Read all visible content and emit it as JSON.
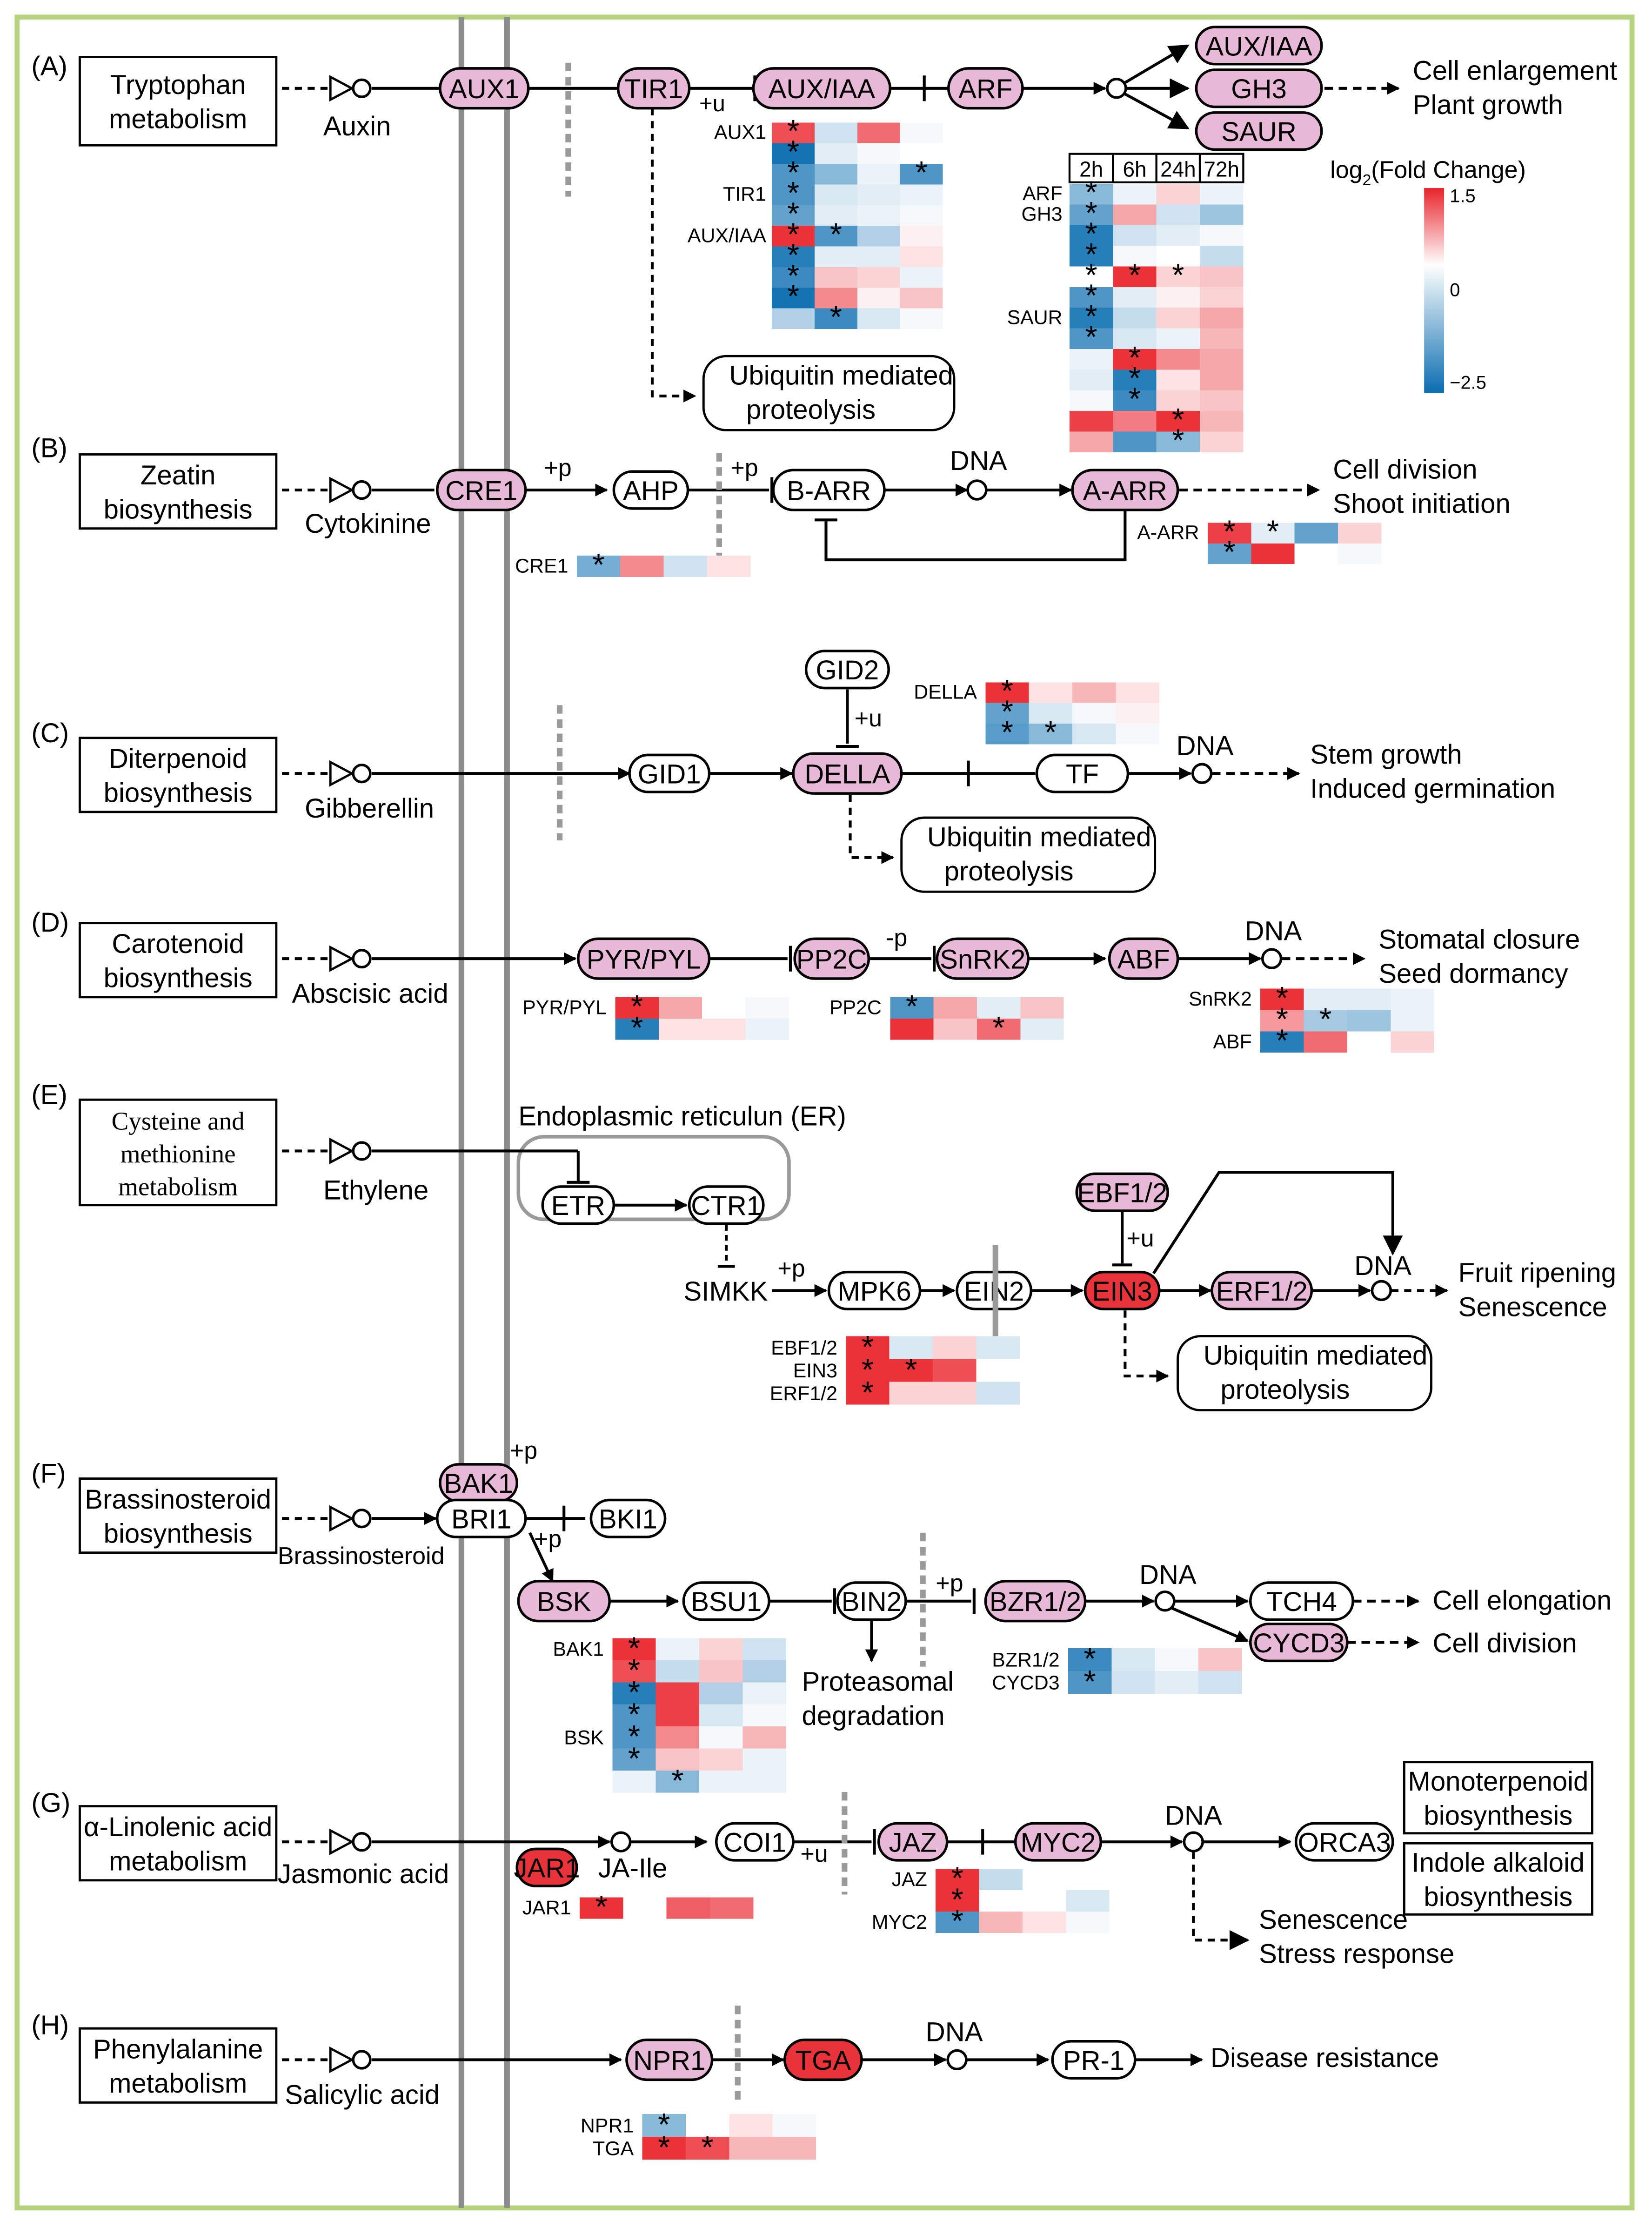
{
  "legend": {
    "title": "log2(Fold Change)",
    "title_main": "log",
    "title_sub": "2",
    "title_rest": "(Fold Change)",
    "ticks": [
      "1.5",
      "0",
      "−2.5"
    ],
    "high_color": "#e8232b",
    "mid_color": "#ffffff",
    "low_color": "#0a6db0"
  },
  "time_header": [
    "2h",
    "6h",
    "24h",
    "72h"
  ],
  "node_fill": "#e8b9d6",
  "highlight_fill": "#e8333a",
  "panels": [
    {
      "letter": "(A)",
      "source": [
        "Tryptophan",
        "metabolism"
      ],
      "hormone": "Auxin",
      "chain": [
        "AUX1",
        "TIR1",
        "AUX/IAA",
        "ARF"
      ],
      "chain_mods": [
        "+u"
      ],
      "outputs": [
        "AUX/IAA",
        "GH3",
        "SAUR"
      ],
      "effects": [
        "Cell enlargement",
        "Plant growth"
      ],
      "ubiquitin": [
        "Ubiquitin mediated",
        "proteolysis"
      ]
    },
    {
      "letter": "(B)",
      "source": [
        "Zeatin",
        "biosynthesis"
      ],
      "hormone": "Cytokinine",
      "chain": [
        "CRE1",
        "AHP",
        "B-ARR",
        "A-ARR"
      ],
      "chain_mods": [
        "+p",
        "+p"
      ],
      "dna": "DNA",
      "effects": [
        "Cell division",
        "Shoot initiation"
      ]
    },
    {
      "letter": "(C)",
      "source": [
        "Diterpenoid",
        "biosynthesis"
      ],
      "hormone": "Gibberellin",
      "chain": [
        "GID1",
        "DELLA",
        "TF"
      ],
      "regulator": "GID2",
      "chain_mods": [
        "+u"
      ],
      "dna": "DNA",
      "effects": [
        "Stem growth",
        "Induced germination"
      ],
      "ubiquitin": [
        "Ubiquitin mediated",
        "proteolysis"
      ]
    },
    {
      "letter": "(D)",
      "source": [
        "Carotenoid",
        "biosynthesis"
      ],
      "hormone": "Abscisic acid",
      "chain": [
        "PYR/PYL",
        "PP2C",
        "SnRK2",
        "ABF"
      ],
      "chain_mods": [
        "-p"
      ],
      "dna": "DNA",
      "effects": [
        "Stomatal closure",
        "Seed dormancy"
      ]
    },
    {
      "letter": "(E)",
      "source": [
        "Cysteine and",
        "methionine",
        "metabolism"
      ],
      "hormone": "Ethylene",
      "er_label": "Endoplasmic reticulun (ER)",
      "chain": [
        "ETR",
        "CTR1",
        "SIMKK",
        "MPK6",
        "EIN2",
        "EIN3",
        "ERF1/2"
      ],
      "regulator": "EBF1/2",
      "chain_mods": [
        "+p",
        "+u"
      ],
      "dna": "DNA",
      "effects": [
        "Fruit ripening",
        "Senescence"
      ],
      "ubiquitin": [
        "Ubiquitin mediated",
        "proteolysis"
      ]
    },
    {
      "letter": "(F)",
      "source": [
        "Brassinosteroid",
        "biosynthesis"
      ],
      "hormone": "Brassinosteroid",
      "chain": [
        "BAK1",
        "BRI1",
        "BKI1",
        "BSK",
        "BSU1",
        "BIN2",
        "BZR1/2",
        "TCH4",
        "CYCD3"
      ],
      "chain_mods": [
        "+p",
        "+p",
        "+p"
      ],
      "dna": "DNA",
      "degradation": [
        "Proteasomal",
        "degradation"
      ],
      "effects": [
        "Cell elongation",
        "Cell division"
      ]
    },
    {
      "letter": "(G)",
      "source": [
        "α-Linolenic acid",
        "metabolism"
      ],
      "hormone": "Jasmonic acid",
      "chain": [
        "JAR1",
        "JA-Ile",
        "COI1",
        "JAZ",
        "MYC2",
        "ORCA3"
      ],
      "chain_mods": [
        "+u"
      ],
      "dna": "DNA",
      "boxes": [
        [
          "Monoterpenoid",
          "biosynthesis"
        ],
        [
          "Indole alkaloid",
          "biosynthesis"
        ]
      ],
      "effects": [
        "Senescence",
        "Stress response"
      ]
    },
    {
      "letter": "(H)",
      "source": [
        "Phenylalanine",
        "metabolism"
      ],
      "hormone": "Salicylic acid",
      "chain": [
        "NPR1",
        "TGA",
        "PR-1"
      ],
      "dna": "DNA",
      "effects": [
        "Disease resistance"
      ]
    }
  ],
  "heatmaps": [
    {
      "id": "aux",
      "rows": [
        {
          "label": "AUX1",
          "values": [
            1.2,
            -0.5,
            1.0,
            -0.1
          ],
          "stars": [
            1,
            0,
            0,
            0
          ]
        },
        {
          "label": "",
          "values": [
            -2.4,
            -0.3,
            -0.1,
            0.0
          ],
          "stars": [
            1,
            0,
            0,
            0
          ]
        },
        {
          "label": "",
          "values": [
            -1.8,
            -1.2,
            -0.2,
            -1.8
          ],
          "stars": [
            1,
            0,
            0,
            1
          ]
        },
        {
          "label": "TIR1",
          "values": [
            -1.8,
            -0.4,
            -0.3,
            -0.2
          ],
          "stars": [
            1,
            0,
            0,
            0
          ]
        },
        {
          "label": "",
          "values": [
            -1.6,
            -0.3,
            -0.2,
            -0.1
          ],
          "stars": [
            1,
            0,
            0,
            0
          ]
        },
        {
          "label": "AUX/IAA",
          "values": [
            1.4,
            -1.8,
            -0.8,
            0.1
          ],
          "stars": [
            1,
            1,
            0,
            0
          ]
        },
        {
          "label": "",
          "values": [
            -2.2,
            -0.3,
            -0.3,
            0.2
          ],
          "stars": [
            1,
            0,
            0,
            0
          ]
        },
        {
          "label": "",
          "values": [
            -2.0,
            0.4,
            0.3,
            -0.2
          ],
          "stars": [
            1,
            0,
            0,
            0
          ]
        },
        {
          "label": "",
          "values": [
            -2.4,
            0.8,
            0.1,
            0.4
          ],
          "stars": [
            1,
            0,
            0,
            0
          ]
        },
        {
          "label": "",
          "values": [
            -0.8,
            -2.0,
            -0.4,
            -0.1
          ],
          "stars": [
            0,
            1,
            0,
            0
          ]
        }
      ]
    },
    {
      "id": "auxresp",
      "rows": [
        {
          "label": "ARF",
          "values": [
            -1.2,
            -0.2,
            0.3,
            -0.2
          ],
          "stars": [
            1,
            0,
            0,
            0
          ]
        },
        {
          "label": "GH3",
          "values": [
            -1.6,
            0.6,
            -0.5,
            -1.0
          ],
          "stars": [
            1,
            0,
            0,
            0
          ]
        },
        {
          "label": "",
          "values": [
            -2.2,
            -0.5,
            -0.3,
            -0.1
          ],
          "stars": [
            1,
            0,
            0,
            0
          ]
        },
        {
          "label": "",
          "values": [
            -2.2,
            -0.1,
            0.0,
            -0.6
          ],
          "stars": [
            1,
            0,
            0,
            0
          ]
        },
        {
          "label": "",
          "values": [
            0.0,
            1.4,
            0.3,
            0.4
          ],
          "stars": [
            1,
            1,
            1,
            0
          ]
        },
        {
          "label": "",
          "values": [
            -1.8,
            -0.3,
            0.1,
            0.3
          ],
          "stars": [
            1,
            0,
            0,
            0
          ]
        },
        {
          "label": "SAUR",
          "values": [
            -2.2,
            -0.6,
            0.3,
            0.6
          ],
          "stars": [
            1,
            0,
            0,
            0
          ]
        },
        {
          "label": "",
          "values": [
            -1.8,
            -0.4,
            -0.2,
            0.5
          ],
          "stars": [
            1,
            0,
            0,
            0
          ]
        },
        {
          "label": "",
          "values": [
            -0.2,
            1.4,
            0.8,
            0.6
          ],
          "stars": [
            0,
            1,
            0,
            0
          ]
        },
        {
          "label": "",
          "values": [
            -0.3,
            -2.2,
            0.2,
            0.6
          ],
          "stars": [
            0,
            1,
            0,
            0
          ]
        },
        {
          "label": "",
          "values": [
            -0.1,
            -2.0,
            0.3,
            0.4
          ],
          "stars": [
            0,
            1,
            0,
            0
          ]
        },
        {
          "label": "",
          "values": [
            1.3,
            0.9,
            1.4,
            0.5
          ],
          "stars": [
            0,
            0,
            1,
            0
          ]
        },
        {
          "label": "",
          "values": [
            0.6,
            -1.8,
            -1.2,
            0.3
          ],
          "stars": [
            0,
            0,
            1,
            0
          ]
        }
      ]
    },
    {
      "id": "cre1",
      "rows": [
        {
          "label": "CRE1",
          "values": [
            -1.4,
            0.8,
            -0.5,
            0.2
          ],
          "stars": [
            1,
            0,
            0,
            0
          ]
        }
      ]
    },
    {
      "id": "aarr",
      "rows": [
        {
          "label": "A-ARR",
          "values": [
            1.3,
            -0.3,
            -1.6,
            0.3
          ],
          "stars": [
            1,
            1,
            0,
            0
          ]
        },
        {
          "label": "",
          "values": [
            -1.6,
            1.4,
            0.0,
            -0.1
          ],
          "stars": [
            1,
            0,
            0,
            0
          ]
        }
      ]
    },
    {
      "id": "della",
      "rows": [
        {
          "label": "DELLA",
          "values": [
            1.4,
            0.2,
            0.5,
            0.2
          ],
          "stars": [
            1,
            0,
            0,
            0
          ]
        },
        {
          "label": "",
          "values": [
            -1.6,
            -0.4,
            -0.1,
            0.1
          ],
          "stars": [
            1,
            0,
            0,
            0
          ]
        },
        {
          "label": "",
          "values": [
            -1.7,
            -1.2,
            -0.4,
            -0.1
          ],
          "stars": [
            1,
            1,
            0,
            0
          ]
        }
      ]
    },
    {
      "id": "pyr",
      "rows": [
        {
          "label": "PYR/PYL",
          "values": [
            1.4,
            0.6,
            0.0,
            -0.1
          ],
          "stars": [
            1,
            0,
            0,
            0
          ]
        },
        {
          "label": "",
          "values": [
            -2.2,
            0.2,
            0.2,
            -0.2
          ],
          "stars": [
            1,
            0,
            0,
            0
          ]
        }
      ]
    },
    {
      "id": "pp2c",
      "rows": [
        {
          "label": "PP2C",
          "values": [
            -1.8,
            0.6,
            -0.3,
            0.4
          ],
          "stars": [
            1,
            0,
            0,
            0
          ]
        },
        {
          "label": "",
          "values": [
            1.4,
            0.4,
            1.0,
            -0.3
          ],
          "stars": [
            0,
            0,
            1,
            0
          ]
        }
      ]
    },
    {
      "id": "snrk2",
      "rows": [
        {
          "label": "SnRK2",
          "values": [
            1.4,
            -0.3,
            -0.3,
            -0.2
          ],
          "stars": [
            1,
            0,
            0,
            0
          ]
        },
        {
          "label": "",
          "values": [
            0.7,
            -0.9,
            -1.0,
            -0.2
          ],
          "stars": [
            1,
            1,
            0,
            0
          ]
        },
        {
          "label": "ABF",
          "values": [
            -2.2,
            1.0,
            0.0,
            0.3
          ],
          "stars": [
            1,
            0,
            0,
            0
          ]
        }
      ]
    },
    {
      "id": "eth",
      "rows": [
        {
          "label": "EBF1/2",
          "values": [
            1.4,
            -0.4,
            0.3,
            -0.4
          ],
          "stars": [
            1,
            0,
            0,
            0
          ]
        },
        {
          "label": "EIN3",
          "values": [
            1.4,
            1.4,
            1.2,
            0.0
          ],
          "stars": [
            1,
            1,
            0,
            0
          ]
        },
        {
          "label": "ERF1/2",
          "values": [
            1.4,
            0.3,
            0.3,
            -0.5
          ],
          "stars": [
            1,
            0,
            0,
            0
          ]
        }
      ]
    },
    {
      "id": "bak1",
      "rows": [
        {
          "label": "BAK1",
          "values": [
            1.4,
            -0.2,
            0.3,
            -0.5
          ],
          "stars": [
            1,
            0,
            0,
            0
          ]
        },
        {
          "label": "",
          "values": [
            1.2,
            -0.6,
            0.4,
            -0.8
          ],
          "stars": [
            1,
            0,
            0,
            0
          ]
        },
        {
          "label": "",
          "values": [
            -2.2,
            1.3,
            -0.8,
            -0.2
          ],
          "stars": [
            1,
            0,
            0,
            0
          ]
        },
        {
          "label": "",
          "values": [
            -1.8,
            1.3,
            -0.4,
            -0.1
          ],
          "stars": [
            1,
            0,
            0,
            0
          ]
        }
      ]
    },
    {
      "id": "bsk",
      "rows": [
        {
          "label": "BSK",
          "values": [
            -1.8,
            0.8,
            -0.1,
            0.5
          ],
          "stars": [
            1,
            0,
            0,
            0
          ]
        },
        {
          "label": "",
          "values": [
            -1.6,
            0.4,
            0.3,
            -0.2
          ],
          "stars": [
            1,
            0,
            0,
            0
          ]
        },
        {
          "label": "",
          "values": [
            -0.2,
            -1.2,
            -0.2,
            -0.2
          ],
          "stars": [
            0,
            1,
            0,
            0
          ]
        }
      ]
    },
    {
      "id": "bzr",
      "rows": [
        {
          "label": "BZR1/2",
          "values": [
            -2.0,
            -0.4,
            -0.1,
            0.4
          ],
          "stars": [
            1,
            0,
            0,
            0
          ]
        },
        {
          "label": "CYCD3",
          "values": [
            -1.8,
            -0.5,
            -0.3,
            -0.5
          ],
          "stars": [
            1,
            0,
            0,
            0
          ]
        }
      ]
    },
    {
      "id": "jar1",
      "rows": [
        {
          "label": "JAR1",
          "values": [
            1.4,
            0.0,
            1.1,
            1.0
          ],
          "stars": [
            1,
            0,
            0,
            0
          ]
        }
      ]
    },
    {
      "id": "jaz",
      "rows": [
        {
          "label": "JAZ",
          "values": [
            1.4,
            -0.6,
            0.0,
            0.0
          ],
          "stars": [
            1,
            0,
            0,
            0
          ]
        },
        {
          "label": "",
          "values": [
            1.4,
            0.0,
            0.0,
            -0.4
          ],
          "stars": [
            1,
            0,
            0,
            0
          ]
        },
        {
          "label": "MYC2",
          "values": [
            -1.8,
            0.5,
            0.2,
            -0.1
          ],
          "stars": [
            1,
            0,
            0,
            0
          ]
        }
      ]
    },
    {
      "id": "npr1",
      "rows": [
        {
          "label": "NPR1",
          "values": [
            -1.2,
            0.0,
            0.2,
            -0.1
          ],
          "stars": [
            1,
            0,
            0,
            0
          ]
        },
        {
          "label": "TGA",
          "values": [
            1.4,
            1.2,
            0.5,
            0.5
          ],
          "stars": [
            1,
            1,
            0,
            0
          ]
        }
      ]
    }
  ]
}
